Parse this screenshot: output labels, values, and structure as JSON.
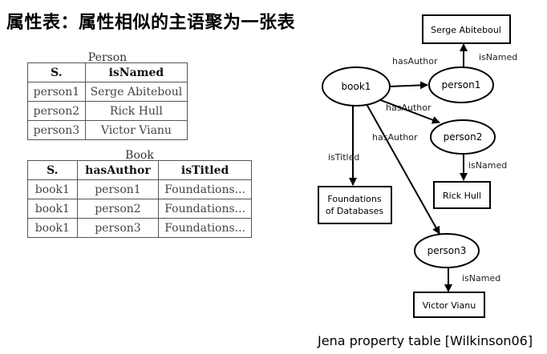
{
  "page_title": "属性表：属性相似的主语聚为一张表",
  "person_table": {
    "caption": "Person",
    "headers": [
      "S.",
      "isNamed"
    ],
    "rows": [
      [
        "person1",
        "Serge Abiteboul"
      ],
      [
        "person2",
        "Rick Hull"
      ],
      [
        "person3",
        "Victor Vianu"
      ]
    ]
  },
  "book_table": {
    "caption": "Book",
    "headers": [
      "S.",
      "hasAuthor",
      "isTitled"
    ],
    "rows": [
      [
        "book1",
        "person1",
        "Foundations..."
      ],
      [
        "book1",
        "person2",
        "Foundations..."
      ],
      [
        "book1",
        "person3",
        "Foundations..."
      ]
    ]
  },
  "graph": {
    "nodes": {
      "book1": "book1",
      "person1": "person1",
      "person2": "person2",
      "person3": "person3",
      "serge": "Serge Abiteboul",
      "rick": "Rick Hull",
      "victor": "Victor Vianu",
      "foundations_line1": "Foundations",
      "foundations_line2": "of Databases"
    },
    "edges": {
      "e1": "hasAuthor",
      "e2": "hasAuthor",
      "e3": "hasAuthor",
      "e4": "isTitled",
      "e5": "isNamed",
      "e6": "isNamed",
      "e7": "isNamed"
    }
  },
  "footer": "Jena property table [Wilkinson06]"
}
